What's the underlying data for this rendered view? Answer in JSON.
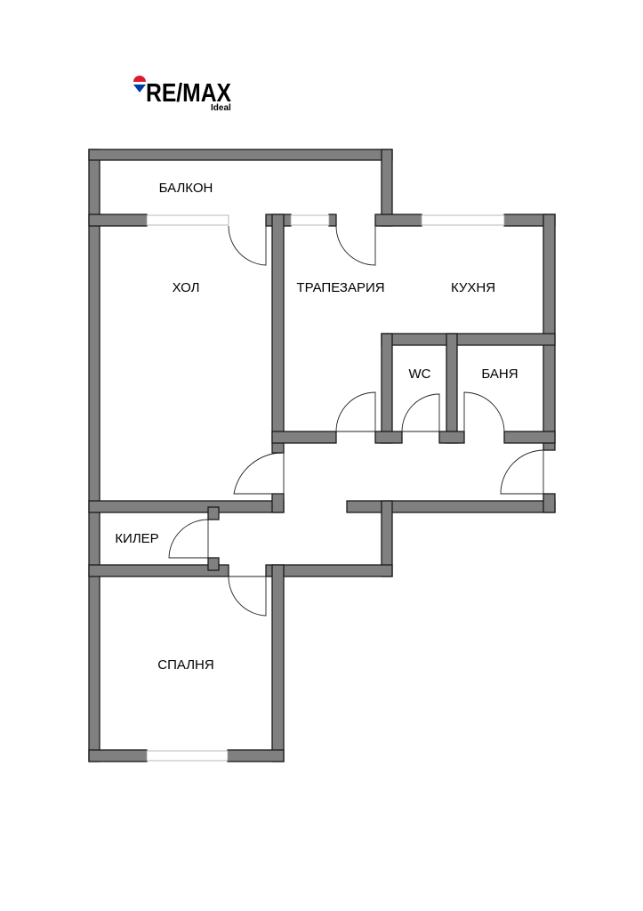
{
  "logo": {
    "brand": "RE/MAX",
    "sub": "Ideal"
  },
  "rooms": [
    {
      "id": "balcony",
      "name": "БАЛКОН"
    },
    {
      "id": "hall",
      "name": "ХОЛ"
    },
    {
      "id": "dining",
      "name": "ТРАПЕЗАРИЯ"
    },
    {
      "id": "kitchen",
      "name": "КУХНЯ"
    },
    {
      "id": "wc",
      "name": "WC"
    },
    {
      "id": "bathroom",
      "name": "БАНЯ"
    },
    {
      "id": "storage",
      "name": "КИЛЕР"
    },
    {
      "id": "bedroom",
      "name": "СПАЛНЯ"
    }
  ],
  "colors": {
    "wall": "#808080",
    "outline": "#1a1a1a",
    "window": "#b8b8b8",
    "logo_red": "#dc1c2e",
    "logo_blue": "#003da5"
  }
}
